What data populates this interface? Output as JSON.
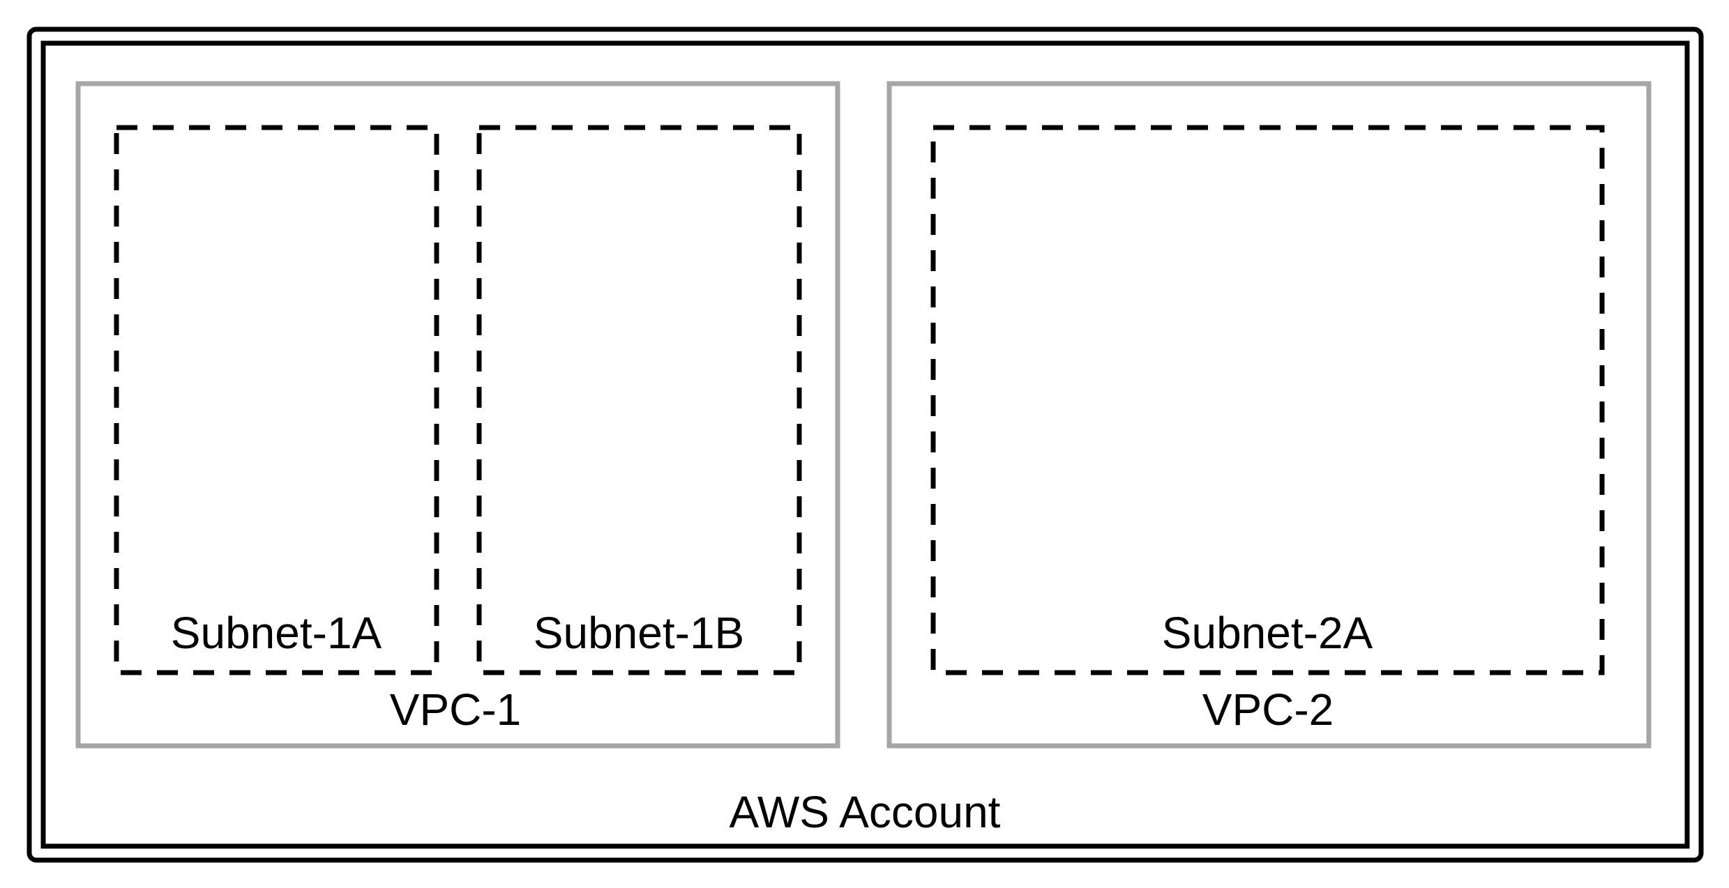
{
  "account": {
    "label": "AWS Account"
  },
  "vpcs": [
    {
      "label": "VPC-1",
      "subnets": [
        {
          "label": "Subnet-1A"
        },
        {
          "label": "Subnet-1B"
        }
      ]
    },
    {
      "label": "VPC-2",
      "subnets": [
        {
          "label": "Subnet-2A"
        }
      ]
    }
  ],
  "colors": {
    "account_border": "#000000",
    "vpc_border": "#a6a6a6",
    "subnet_border": "#000000",
    "text": "#000000",
    "background": "#ffffff"
  }
}
